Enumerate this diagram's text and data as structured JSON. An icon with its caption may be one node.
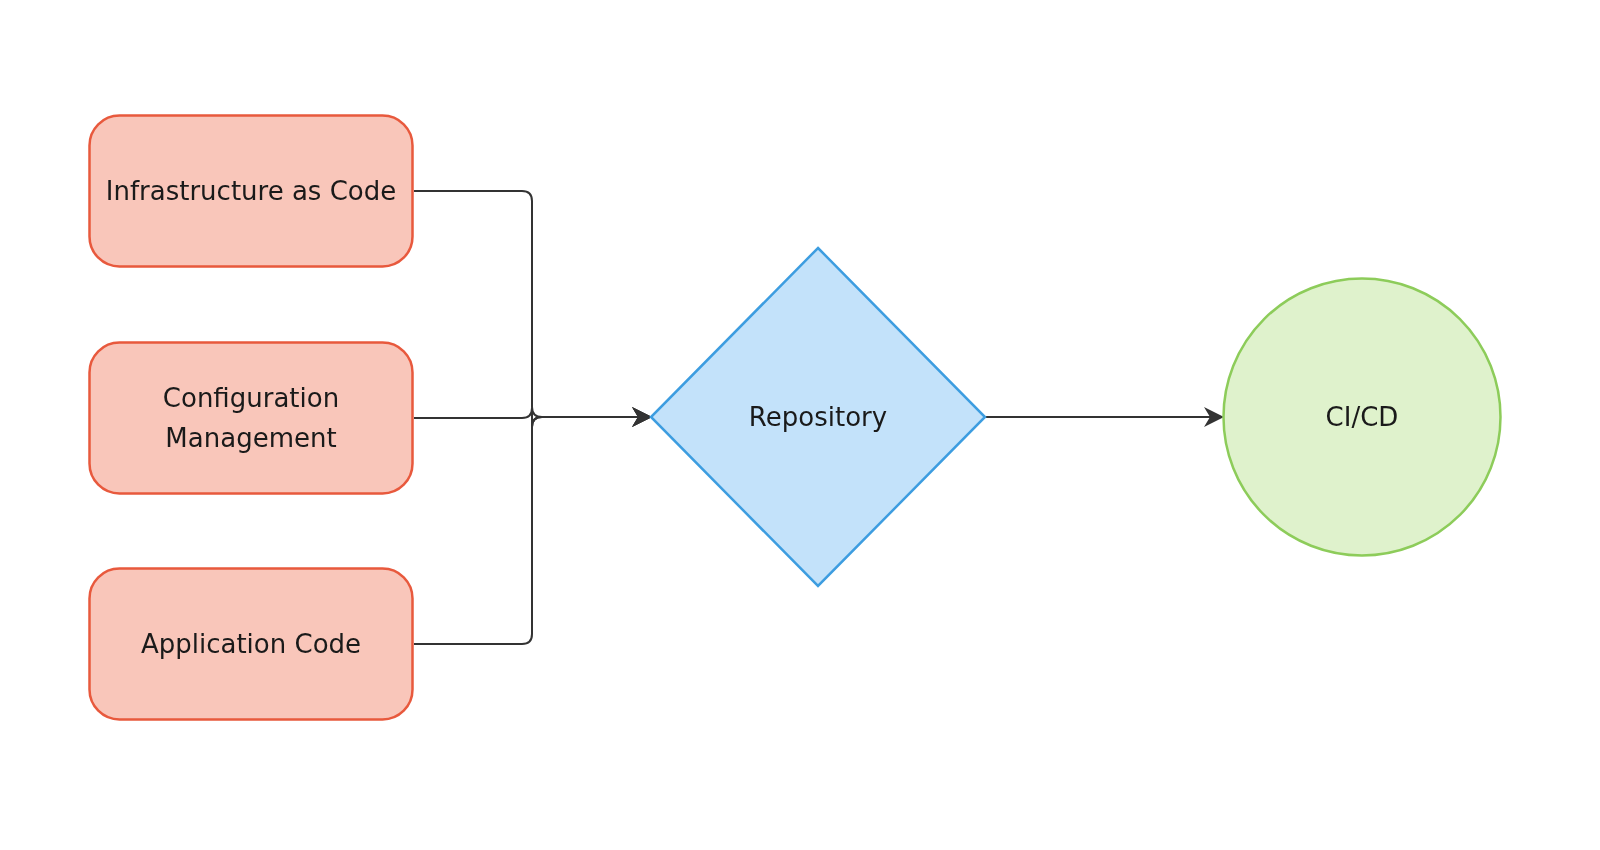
{
  "diagram": {
    "nodes": [
      {
        "text": [
          "Infrastructure as Code"
        ]
      },
      {
        "text": [
          "Configuration Management"
        ]
      },
      {
        "text": [
          "Application Code"
        ]
      },
      {
        "text": [
          "Repository"
        ]
      },
      {
        "text": [
          "CI/CD"
        ]
      }
    ],
    "edges": [
      {
        "from": 0,
        "to": 3,
        "arrow": "to"
      },
      {
        "from": 1,
        "to": 3,
        "arrow": "to"
      },
      {
        "from": 2,
        "to": 3,
        "arrow": "to"
      },
      {
        "from": 3,
        "to": 4,
        "arrow": "to"
      }
    ]
  }
}
